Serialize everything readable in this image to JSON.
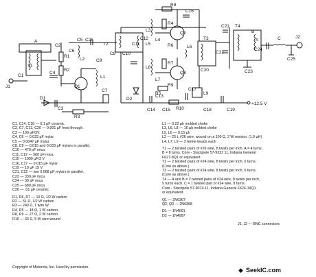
{
  "schematic": {
    "labels": {
      "A": "A",
      "T1": "T1",
      "J1": "J1",
      "R1": "R1",
      "R2": "R2",
      "R3": "R3",
      "C1": "C1",
      "C2": "C2",
      "C3": "C3",
      "C4": "C4",
      "C5": "C5",
      "C6": "C6",
      "C7": "C7",
      "C8": "C8",
      "C9": "C9",
      "C10": "C10",
      "C11": "C11",
      "C12": "C12",
      "C13": "C13",
      "C14": "C14",
      "C15": "C15",
      "C16": "C16",
      "C17": "C17",
      "C18": "C18",
      "C19": "C19",
      "C20": "C20",
      "C21": "C21",
      "C22": "C22",
      "C23": "C23",
      "C24": "C24",
      "C25": "C25",
      "C26": "C26",
      "L1": "L1",
      "L2": "L2",
      "L3": "L3",
      "L4": "L4",
      "L5": "L5",
      "L6": "L6",
      "L7": "L7",
      "L8": "L8",
      "L9": "L9",
      "Q1": "Q1",
      "Q2": "Q2",
      "Q3": "Q3",
      "D1": "D1",
      "D2": "D2",
      "T2": "T2",
      "T3": "T3",
      "T4": "T4",
      "R4": "R4",
      "R5": "R5",
      "R6": "R6",
      "R7": "R7",
      "R8": "R8",
      "R9": "R9",
      "R10": "R10",
      "B": "B",
      "C": "C",
      "A2": "A",
      "J2": "J2",
      "supply": "+12.5 V"
    }
  },
  "notes": {
    "left": [
      "C1, C14, C18 — 0.1 µF ceramic.",
      "C2, C7, C13, C20 — 0.001 µF feed through.",
      "C3 — 100 µF/3V.",
      "C4, C6 — 0.033 µF mylar",
      "C5 — 0.0047 µF mylar.",
      "C8, C9 — 0.015 and 0.033 µF mylars in parallel.",
      "C10 — 470 pF mica",
      "C11, C12 — 560 pF mica.",
      "C15 — 1000 µF/3 V",
      "C16, C17 — 0.015 µF mylar",
      "C19 — 10 µF 15 V",
      "C21, C22 — two 0.068 µF mylars in parallel.",
      "C23 — 330 pF mica",
      "C24 — 39 pF mica",
      "C25 — 680 pF mica",
      "C26 — .01 µF ceramic",
      "",
      "R1, R6, R7 — 10 Ω, 1/2 W carbon",
      "R2 — 51 Ω, 1/2 W carbon",
      "R3 — 240 Ω, 1 wire W",
      "R4, R5 — 18 Ω, 1 W carbon",
      "R8, R9 — 27 Ω, 2 W carbon",
      "R10 — 33 Ω, 5 W wire wound"
    ],
    "right": [
      "L1 — 0.22 µh molded choke",
      "L3, L6, L8 — 10 µh molded choke",
      "L5, L6 — 0.15 µh",
      "L2 — 25 t, #26 wire, wound on a 100 Ω, 2 W resistor. (1.0 µH)",
      "L4, L7, L9 — 3 ferrite beads each",
      "",
      "T1 — 2 twisted pairs of #26 wire, 8 twists per inch.  A = 4 turns,",
      "   B = 8 turns. Core - Stackpole 57-9322 11, Indiana General",
      "   F627-8Q1 or equivalent",
      "T2 — 2 twisted pairs of #24 wire, 8 twists per inch, 6 turns.",
      "   (Core as above.)",
      "T3 — 2 twisted pairs of #24 wire, 8 twists per inch, 6 turns.",
      "   (Core as above.)",
      "T4 — A and B = 2 twisted pairs of #24 wire, 8 twists per inch,",
      "   5 turns each. C = 1 twisted pair of #24 wire, 8 turns.",
      "   Core - Stackpole 57-9074-11, Indiana General F624-19Q1",
      "   or equivalent.",
      "",
      "Q1 — 2N6367",
      "Q2, Q3 — 2N6368",
      "",
      "D1 — 1N4001",
      "D2 — 1N4997"
    ],
    "connectors": "J1, J2 — BNC connectors"
  },
  "footer": {
    "copyright": "Copyright of Motorola, Inc. Used by permission.",
    "site": "SeekIC.com"
  }
}
